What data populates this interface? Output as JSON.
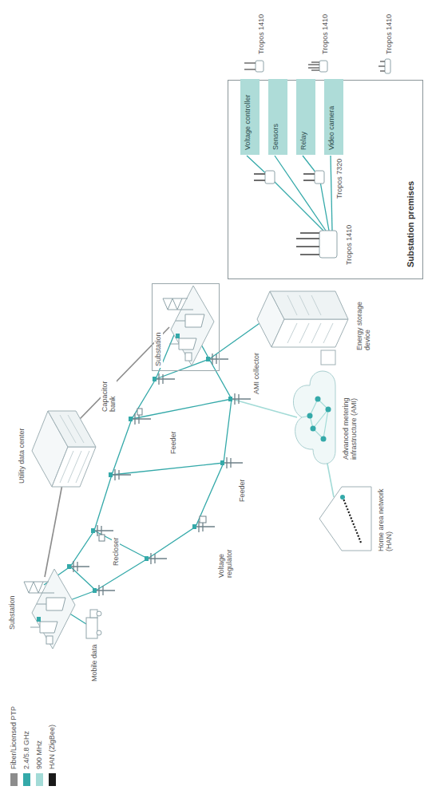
{
  "diagram": {
    "nodes": [
      {
        "text": [
          "Substation"
        ]
      },
      {
        "text": [
          "Substation premises"
        ]
      },
      {
        "text": [
          "Voltage controller"
        ],
        "in": 1
      },
      {
        "text": [
          "Sensors"
        ],
        "in": 1
      },
      {
        "text": [
          "Relay"
        ],
        "in": 1
      },
      {
        "text": [
          "Video camera"
        ],
        "in": 1
      }
    ],
    "edges": [
      {
        "from": 0,
        "to": 1,
        "arrow": "to"
      }
    ],
    "labels": [
      "Substation",
      "Mobile data",
      "Utility data center",
      "Recloser",
      "Capacitor bank",
      "Feeder",
      "Feeder",
      "Voltage regulator",
      "AMI collector",
      "Energy storage device",
      "Advanced metering infrastructure (AMI)",
      "Home area network (HAN)",
      "Tropos 7320",
      "Tropos 1410",
      "Tropos 1410",
      "Tropos 1410",
      "Tropos 1410"
    ],
    "legend": [
      {
        "text": "Fiber/Licensed PTP",
        "color": "#8c8c8c"
      },
      {
        "text": "2.4/5.8 GHz",
        "color": "#34a9a9"
      },
      {
        "text": "900 MHz",
        "color": "#a3dbd7"
      },
      {
        "text": "HAN (ZigBee)",
        "color": "#1a1a1a"
      }
    ]
  }
}
